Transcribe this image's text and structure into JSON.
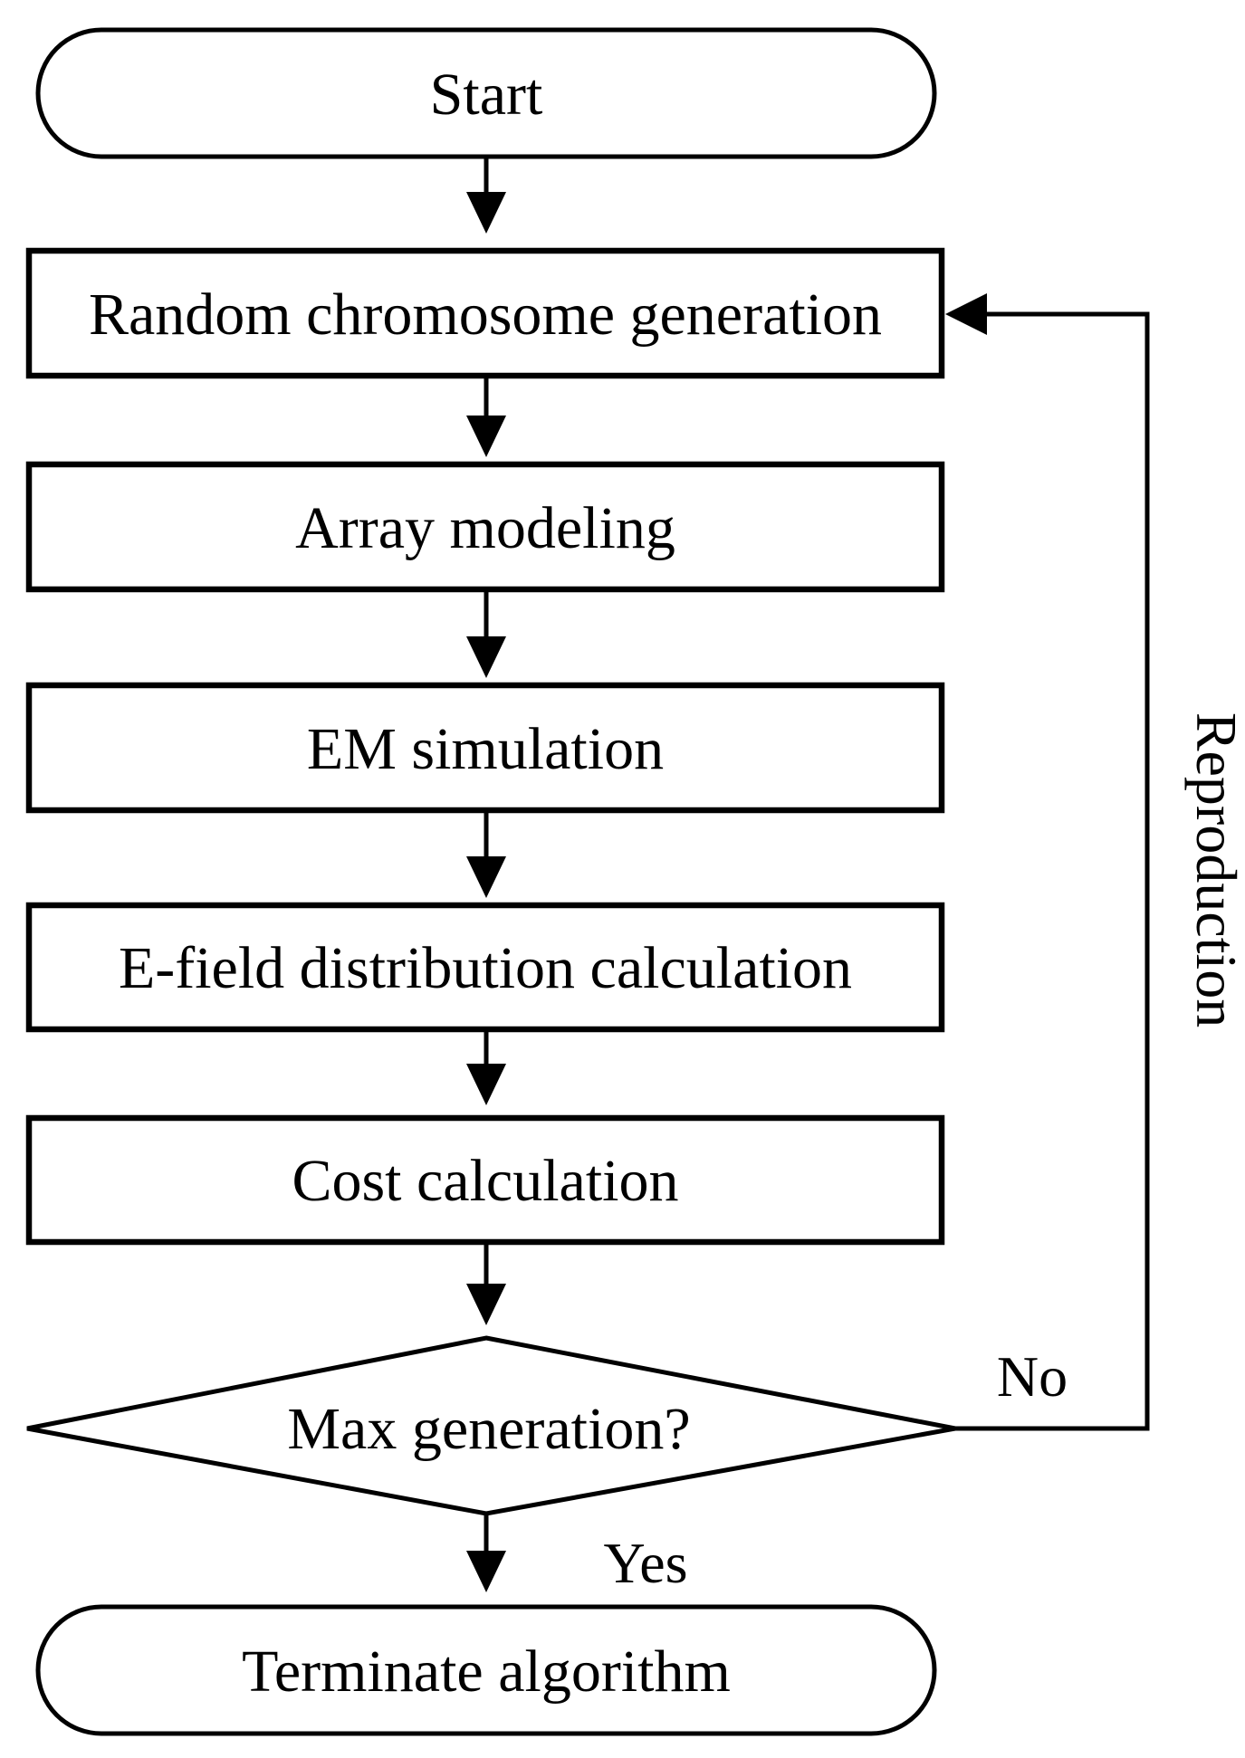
{
  "diagram": {
    "type": "flowchart",
    "background_color": "#ffffff",
    "line_color": "#000000",
    "nodes": [
      {
        "id": "start",
        "type": "terminator",
        "label": "Start"
      },
      {
        "id": "random-chromosome-generation",
        "type": "process",
        "label": "Random chromosome generation"
      },
      {
        "id": "array-modeling",
        "type": "process",
        "label": "Array modeling"
      },
      {
        "id": "em-simulation",
        "type": "process",
        "label": "EM simulation"
      },
      {
        "id": "e-field-distribution-calculation",
        "type": "process",
        "label": "E-field distribution calculation"
      },
      {
        "id": "cost-calculation",
        "type": "process",
        "label": "Cost calculation"
      },
      {
        "id": "max-generation",
        "type": "decision",
        "label": "Max generation?"
      },
      {
        "id": "terminate-algorithm",
        "type": "terminator",
        "label": "Terminate algorithm"
      }
    ],
    "edges": [
      {
        "from": "start",
        "to": "random-chromosome-generation",
        "label": ""
      },
      {
        "from": "random-chromosome-generation",
        "to": "array-modeling",
        "label": ""
      },
      {
        "from": "array-modeling",
        "to": "em-simulation",
        "label": ""
      },
      {
        "from": "em-simulation",
        "to": "e-field-distribution-calculation",
        "label": ""
      },
      {
        "from": "e-field-distribution-calculation",
        "to": "cost-calculation",
        "label": ""
      },
      {
        "from": "cost-calculation",
        "to": "max-generation",
        "label": ""
      },
      {
        "from": "max-generation",
        "to": "terminate-algorithm",
        "label": "Yes"
      },
      {
        "from": "max-generation",
        "to": "random-chromosome-generation",
        "label": "No",
        "via_label": "Reproduction"
      }
    ],
    "edge_labels": {
      "yes": "Yes",
      "no": "No",
      "reproduction": "Reproduction"
    }
  }
}
